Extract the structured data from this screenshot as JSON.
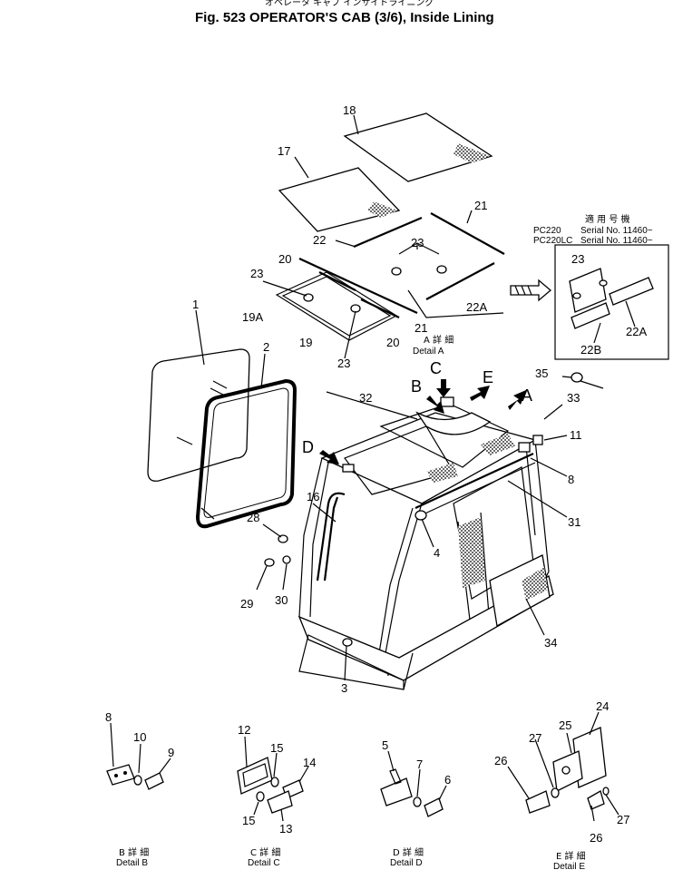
{
  "header": {
    "title_jp": "オペレータ キャブ インサイドライニング",
    "title": "Fig. 523 OPERATOR'S CAB (3/6), Inside Lining"
  },
  "serial_box": {
    "jp_label": "適 用 号 機",
    "rows": [
      {
        "model": "PC220",
        "serial": "Serial No. 11460~"
      },
      {
        "model": "PC220LC",
        "serial": "Serial No. 11460~"
      }
    ]
  },
  "detail_views": {
    "a_jp": "A 詳 細",
    "a": "Detail A",
    "b_jp": "B 詳 細",
    "b": "Detail B",
    "c_jp": "C 詳 細",
    "c": "Detail C",
    "d_jp": "D 詳 細",
    "d": "Detail D",
    "e_jp": "E 詳 細",
    "e": "Detail E"
  },
  "view_letters": {
    "a": "A",
    "b": "B",
    "c": "C",
    "d": "D",
    "e": "E"
  },
  "part_labels": {
    "p1": "1",
    "p2": "2",
    "p3": "3",
    "p4": "4",
    "p5": "5",
    "p6": "6",
    "p7": "7",
    "p8": "8",
    "p8b": "8",
    "p9": "9",
    "p10": "10",
    "p11": "11",
    "p12": "12",
    "p13": "13",
    "p14": "14",
    "p15a": "15",
    "p15b": "15",
    "p16": "16",
    "p17": "17",
    "p18": "18",
    "p19": "19",
    "p19a": "19A",
    "p20a": "20",
    "p20b": "20",
    "p21a": "21",
    "p21b": "21",
    "p22": "22",
    "p22a": "22A",
    "p22a2": "22A",
    "p22b": "22B",
    "p23a": "23",
    "p23b": "23",
    "p23c": "23",
    "p23d": "23",
    "p24": "24",
    "p25": "25",
    "p26a": "26",
    "p26b": "26",
    "p27a": "27",
    "p27b": "27",
    "p28": "28",
    "p29": "29",
    "p30": "30",
    "p31": "31",
    "p32": "32",
    "p33": "33",
    "p34": "34",
    "p35": "35"
  }
}
